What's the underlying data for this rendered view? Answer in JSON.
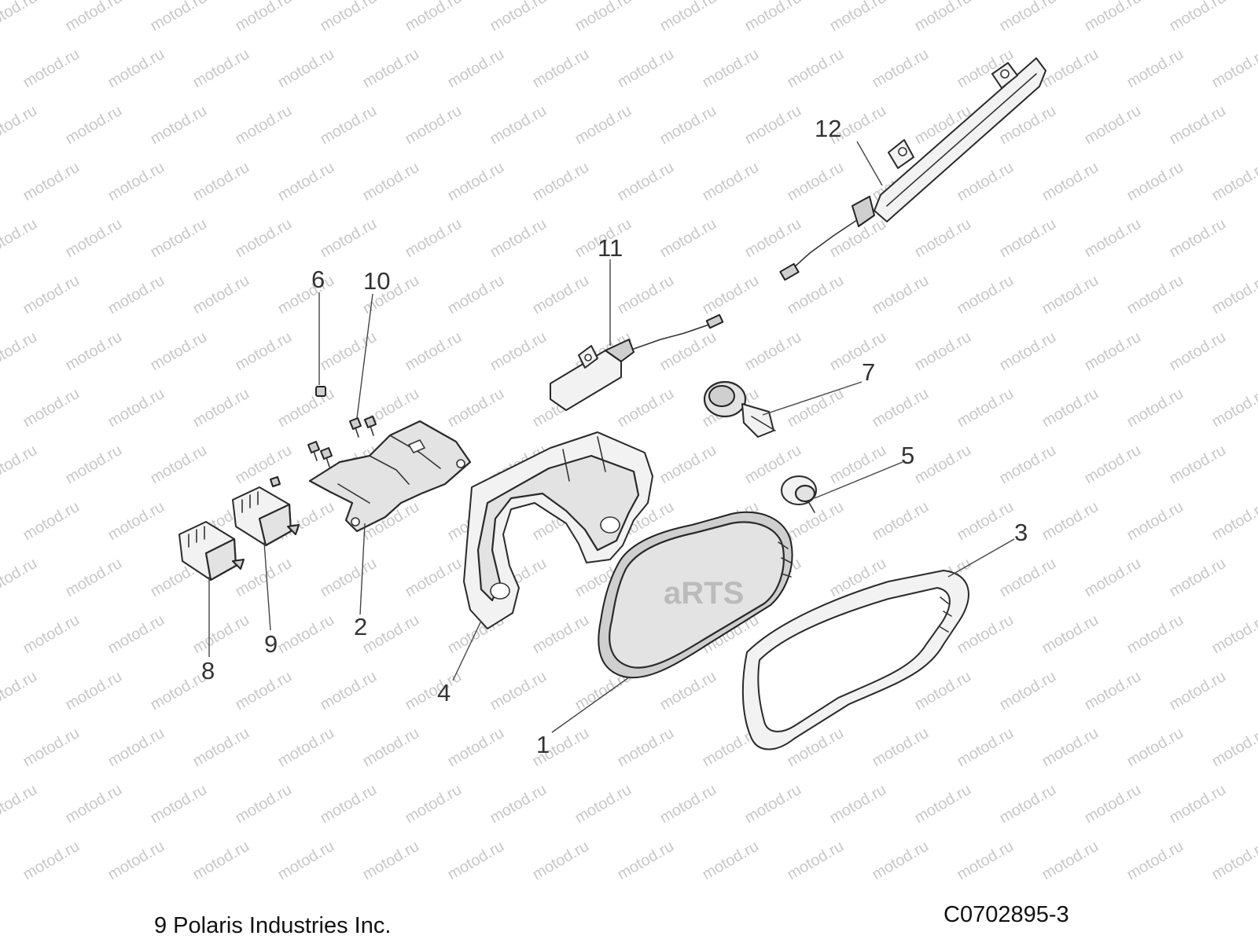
{
  "diagram": {
    "callouts": [
      {
        "id": "1",
        "label": "1"
      },
      {
        "id": "2",
        "label": "2"
      },
      {
        "id": "3",
        "label": "3"
      },
      {
        "id": "4",
        "label": "4"
      },
      {
        "id": "5",
        "label": "5"
      },
      {
        "id": "6",
        "label": "6"
      },
      {
        "id": "7",
        "label": "7"
      },
      {
        "id": "8",
        "label": "8"
      },
      {
        "id": "9",
        "label": "9"
      },
      {
        "id": "10",
        "label": "10"
      },
      {
        "id": "11",
        "label": "11"
      },
      {
        "id": "12",
        "label": "12"
      }
    ]
  },
  "footer": {
    "copyright": "9 Polaris Industries Inc.",
    "drawing_number": "C0702895-3"
  },
  "watermark": {
    "text": "motod.ru",
    "color": "#c8c8c8"
  }
}
